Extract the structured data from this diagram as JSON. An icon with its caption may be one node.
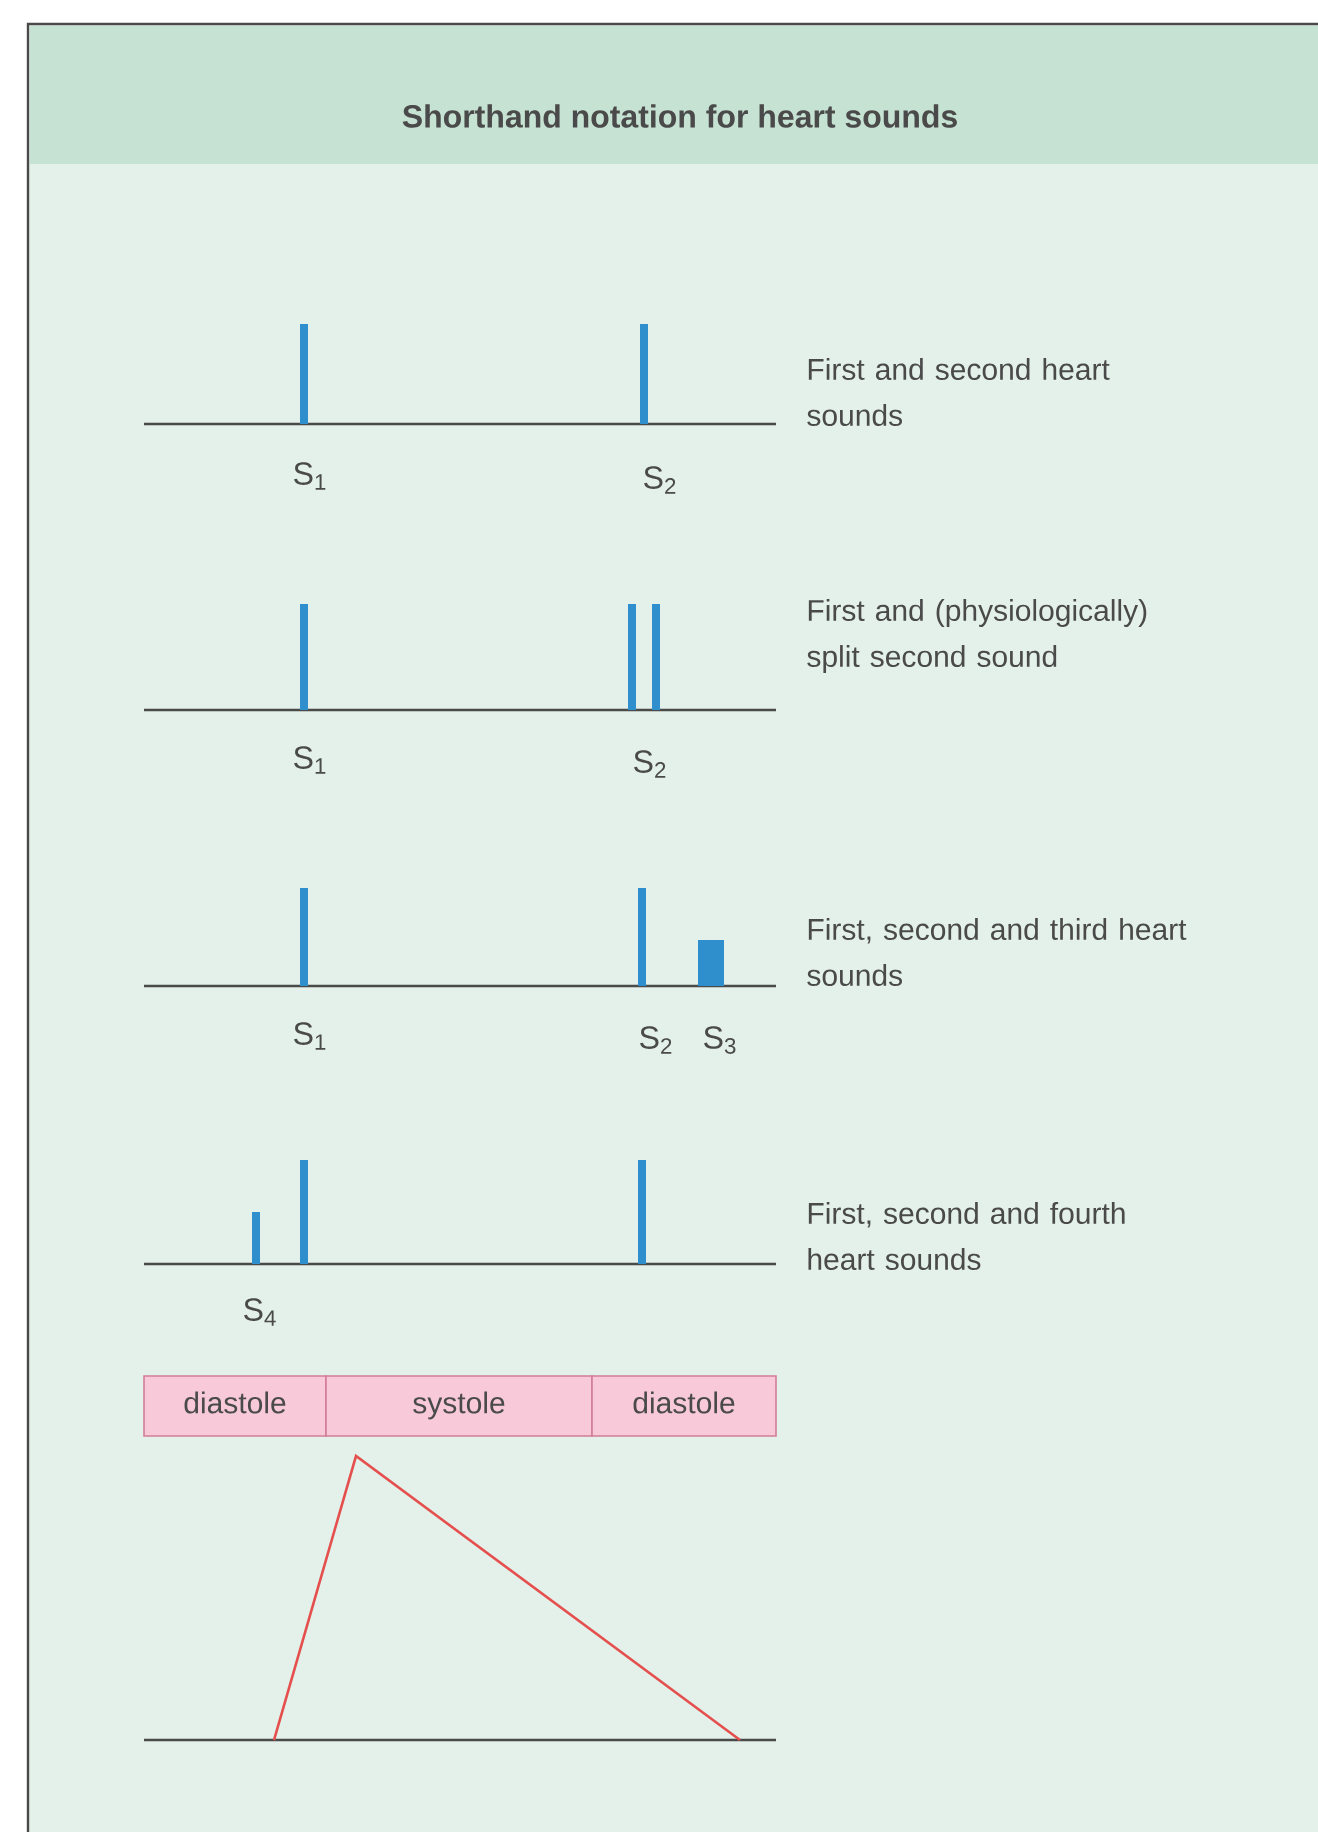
{
  "diagram": {
    "title": "Shorthand notation for heart sounds",
    "nodes": [
      {
        "text": [
          "diastole"
        ]
      },
      {
        "text": [
          "systole"
        ]
      },
      {
        "text": [
          "diastole"
        ]
      }
    ],
    "labels": [
      "First and second heart sounds",
      "S$_{1}$",
      "S$_{2}$",
      "First and (physiologically) split second sound",
      "S$_{1}$",
      "S$_{2}$",
      "First, second and third heart sounds",
      "S$_{1}$",
      "S$_{2}$",
      "S$_{3}$",
      "First, second and fourth heart sounds",
      "S$_{4}$"
    ]
  }
}
